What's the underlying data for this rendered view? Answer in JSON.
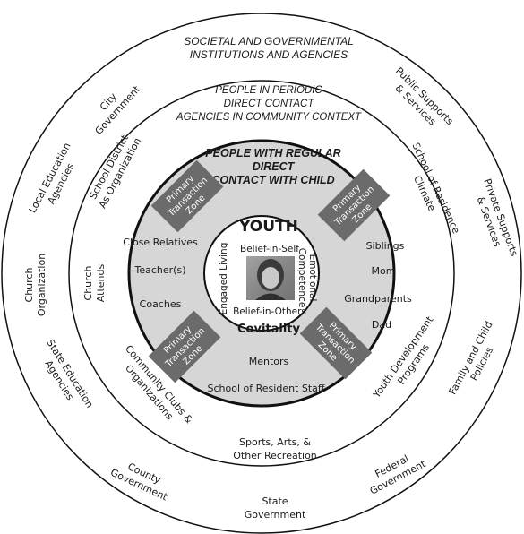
{
  "outer_ring": {
    "title_line1": "SOCIETAL AND GOVERNMENTAL",
    "title_line2": "INSTITUTIONS AND AGENCIES",
    "items": {
      "city_government": [
        "City",
        "Government"
      ],
      "public_supports": [
        "Public Supports",
        "& Services"
      ],
      "local_education": [
        "Local Education",
        "Agencies"
      ],
      "private_supports": [
        "Private Supports",
        "& Services"
      ],
      "church_organization": [
        "Church",
        "Organization"
      ],
      "state_education": [
        "State Education",
        "Agencies"
      ],
      "family_child_policies": [
        "Family and Child",
        "Policies"
      ],
      "county_government": [
        "County",
        "Government"
      ],
      "federal_government": [
        "Federal",
        "Government"
      ],
      "state_government": [
        "State",
        "Government"
      ]
    }
  },
  "middle_ring": {
    "title_line1": "PEOPLE IN PERIODIC",
    "title_line2": "DIRECT CONTACT",
    "title_line3": "AGENCIES IN COMMUNITY CONTEXT",
    "items": {
      "school_district": [
        "School District",
        "As Organization"
      ],
      "school_residence": [
        "School of Residence",
        "Climate"
      ],
      "church_attends": [
        "Church",
        "Attends"
      ],
      "community_clubs": [
        "Community Clubs &",
        "Organizations"
      ],
      "youth_development": [
        "Youth Development",
        "Programs"
      ],
      "sports_arts": [
        "Sports, Arts, &",
        "Other Recreation"
      ]
    }
  },
  "inner_ring": {
    "title_line1": "PEOPLE WITH REGULAR",
    "title_line2": "DIRECT",
    "title_line3": "CONTACT WITH CHILD",
    "left_items": [
      "Close Relatives",
      "Teacher(s)",
      "Coaches"
    ],
    "right_items": [
      "Siblings",
      "Mom",
      "Grandparents",
      "Dad"
    ],
    "bottom_items": [
      "Mentors",
      "School of Resident Staff"
    ],
    "zone_label": [
      "Primary",
      "Transaction",
      "Zone"
    ]
  },
  "core": {
    "title": "YOUTH",
    "top": "Belief-in-Self",
    "bottom": "Belief-in-Others",
    "left": "Engaged Living",
    "right_line1": "Emotional",
    "right_line2": "Competence",
    "footer": "Covitality"
  },
  "colors": {
    "inner_band": "#d6d6d6",
    "zone_box": "#6b6b6b",
    "rings": "#111111"
  }
}
